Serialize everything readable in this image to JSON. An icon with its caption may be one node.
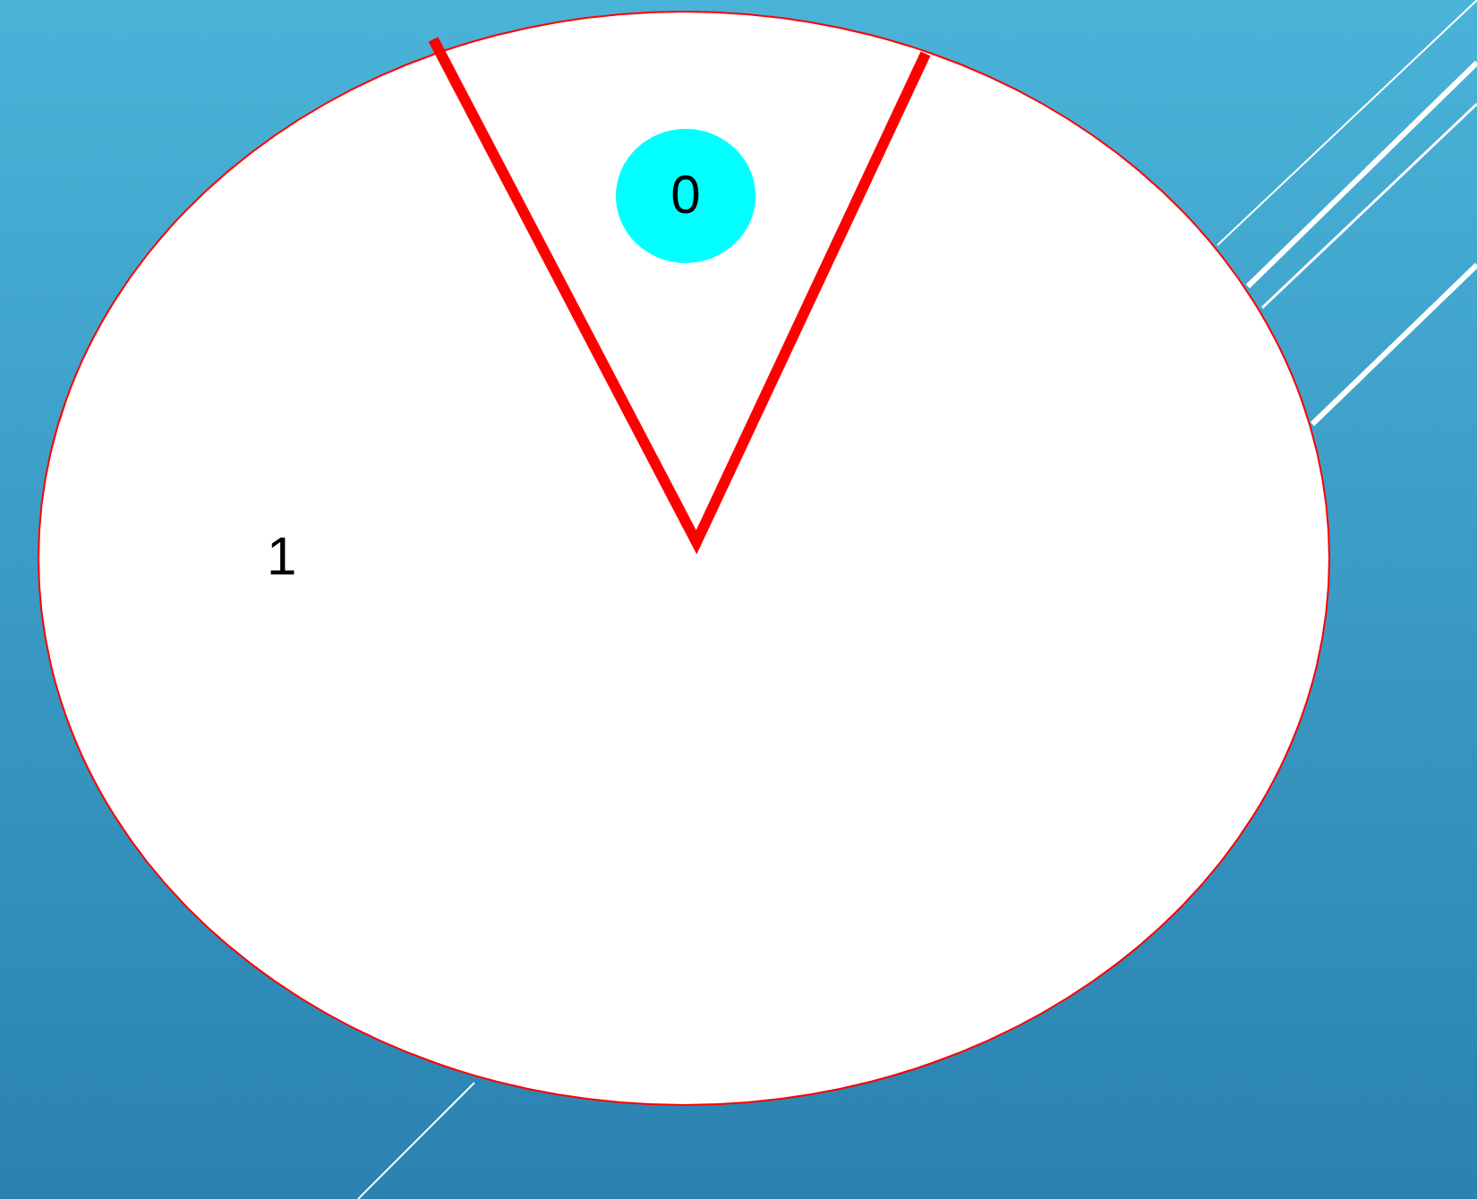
{
  "diagram": {
    "nodes": [
      {
        "text": [
          "1"
        ]
      },
      {
        "text": [
          "0"
        ],
        "in": 0
      }
    ]
  }
}
